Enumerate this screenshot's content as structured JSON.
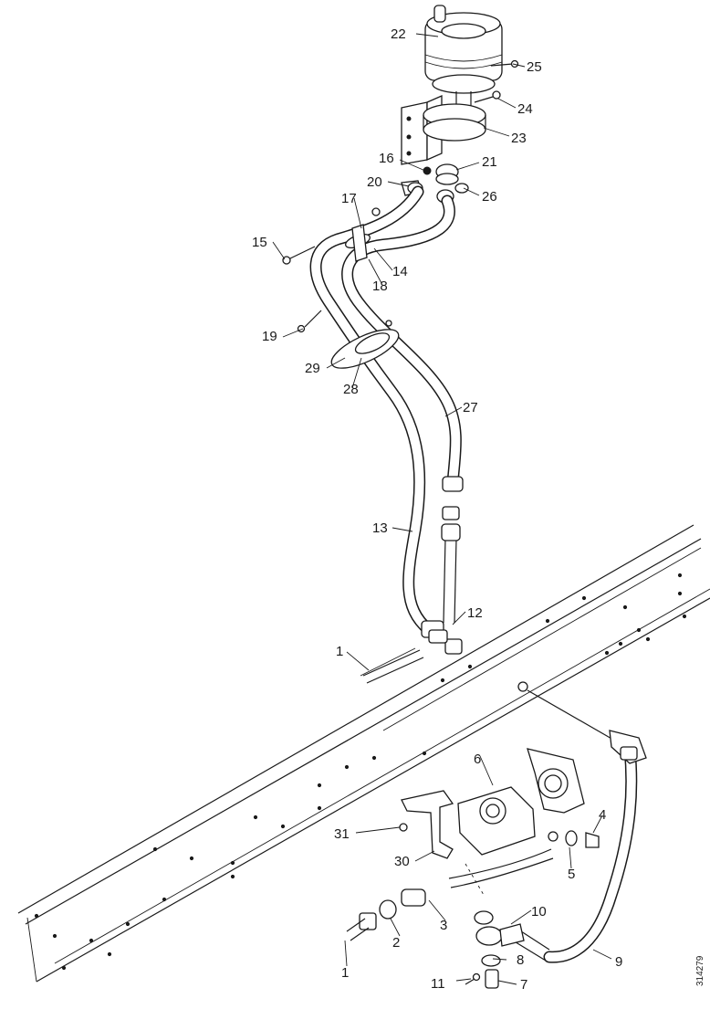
{
  "diagram": {
    "drawing_code": "314279",
    "callouts": [
      "22",
      "25",
      "24",
      "23",
      "21",
      "26",
      "16",
      "20",
      "17",
      "15",
      "14",
      "18",
      "19",
      "29",
      "28",
      "27",
      "13",
      "12",
      "1",
      "6",
      "4",
      "31",
      "30",
      "5",
      "3",
      "10",
      "2",
      "9",
      "8",
      "11",
      "7",
      "1"
    ]
  }
}
